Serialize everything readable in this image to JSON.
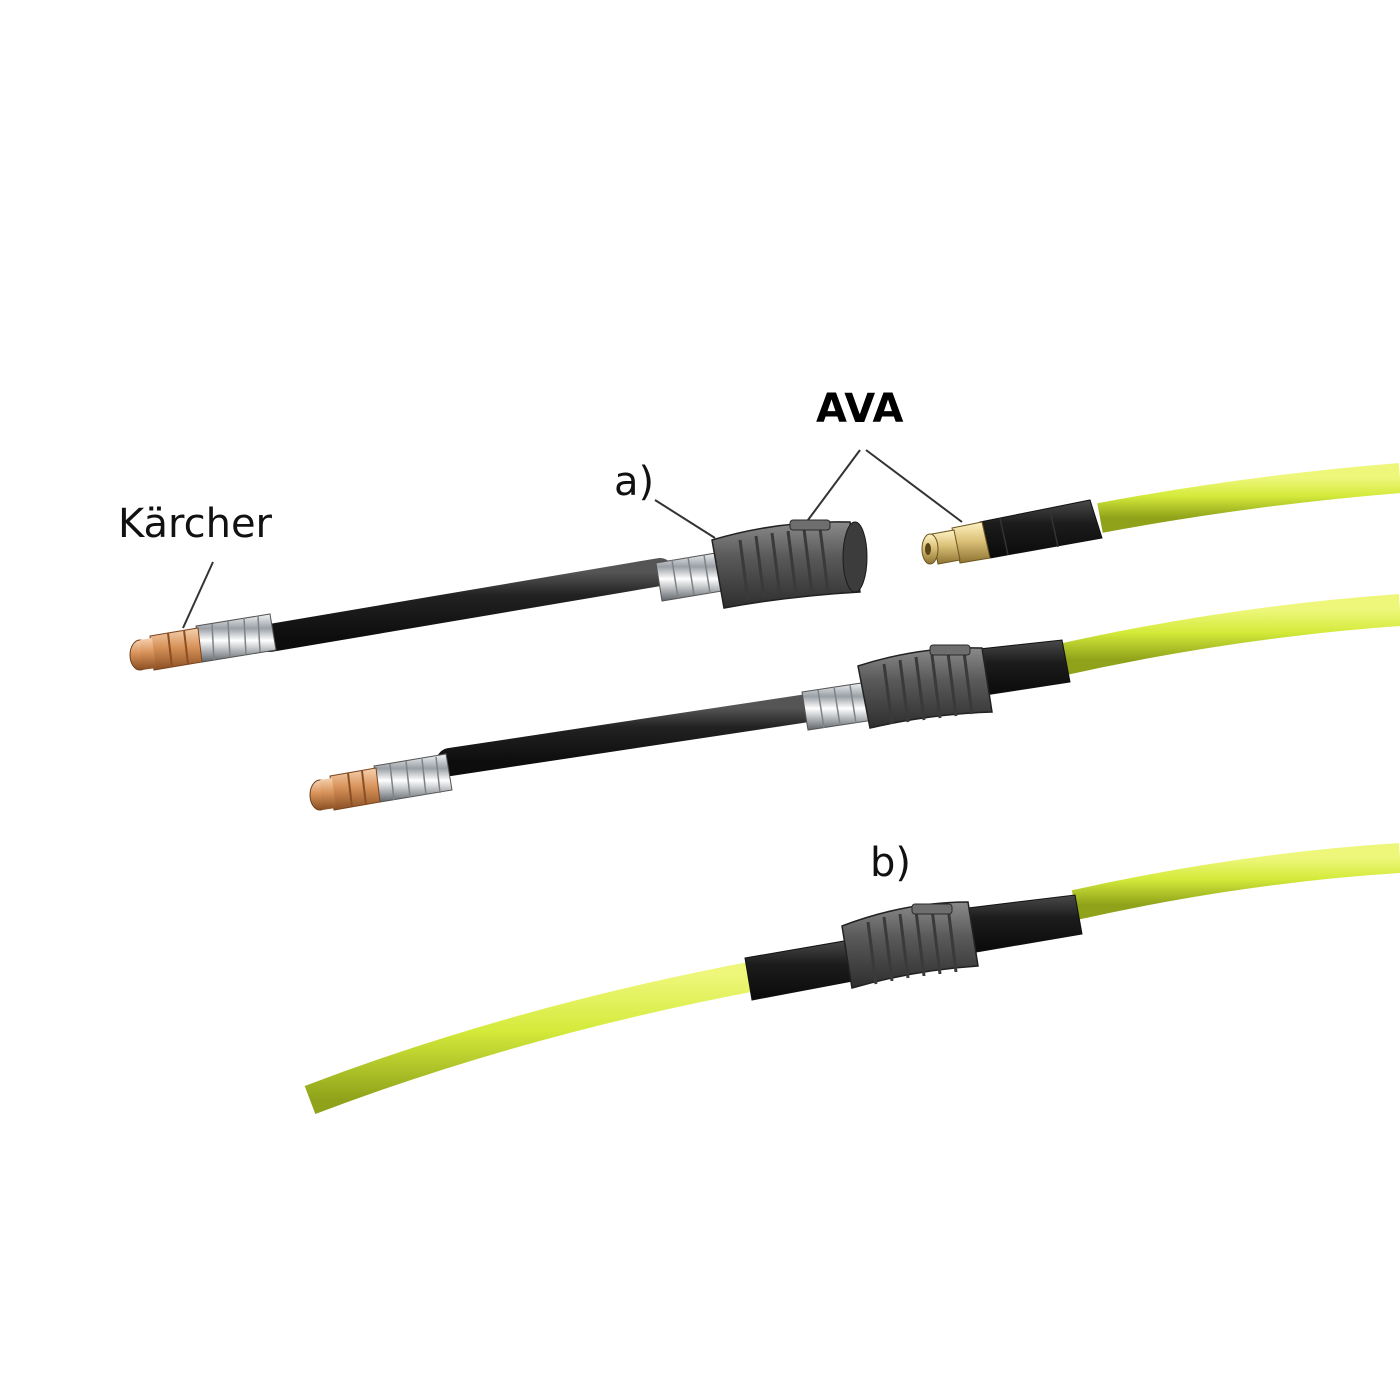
{
  "labels": {
    "brand_left": "Kärcher",
    "connector_system": "AVA",
    "variant_a": "a)",
    "variant_b": "b)"
  },
  "colors": {
    "background": "#ffffff",
    "hose_yellow": "#d4ea3a",
    "hose_black": "#1e1e1e",
    "coupling_grey": "#5a5a5a",
    "chrome": "#c8ccd0",
    "brass": "#d8925a",
    "leader_line": "#333333"
  }
}
